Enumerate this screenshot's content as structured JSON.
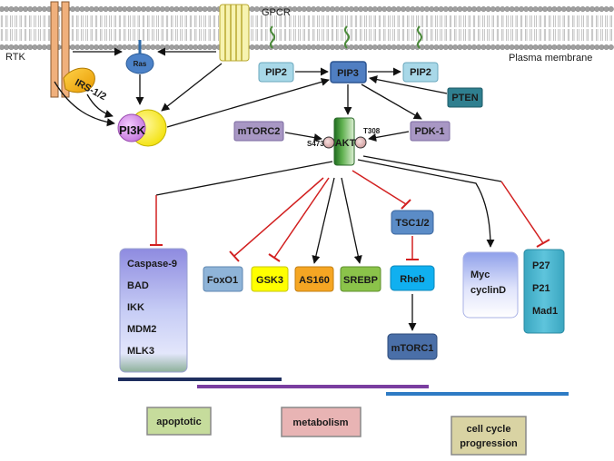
{
  "membrane": {
    "gpcr_label": "GPCR",
    "rtk_label": "RTK",
    "plasma_membrane_label": "Plasma membrane"
  },
  "nodes": {
    "irs": "IRS-1/2",
    "ras": "Ras",
    "pi3k": "PI3K",
    "pip2_left": "PIP2",
    "pip3": "PIP3",
    "pip2_right": "PIP2",
    "pten": "PTEN",
    "mtorc2": "mTORC2",
    "akt": "AKT",
    "s473": "S473",
    "t308": "T308",
    "pdk1": "PDK-1",
    "tsc": "TSC1/2",
    "rheb": "Rheb",
    "mtorc1": "mTORC1",
    "foxo1": "FoxO1",
    "gsk3": "GSK3",
    "as160": "AS160",
    "srebp": "SREBP"
  },
  "apoptosis_box": [
    "Caspase-9",
    "BAD",
    "IKK",
    "MDM2",
    "MLK3"
  ],
  "myc_box": [
    "Myc",
    "cyclinD"
  ],
  "p27_box": [
    "P27",
    "P21",
    "Mad1"
  ],
  "categories": {
    "apoptotic": "apoptotic",
    "metabolism": "metabolism",
    "cell_cycle_line1": "cell cycle",
    "cell_cycle_line2": "progression"
  },
  "colors": {
    "membrane_head": "#a0a0a0",
    "rtk": "#f0b07c",
    "gpcr": "#f3ee8a",
    "pip_light": "#9bd3e3",
    "pip3": "#4a79c0",
    "pten": "#2f7f8f",
    "purple_node": "#a897c4",
    "foxo1": "#8fb4d8",
    "gsk3": "#ffff00",
    "as160": "#f5a623",
    "srebp": "#8bc34a",
    "rheb": "#10b0f0",
    "tsc": "#5b8cc7",
    "mtorc1": "#4a6fa8",
    "inhibit_red": "#d22020",
    "apoptotic_bg": "#c6dc9c",
    "metabolism_bg": "#e8b4b4",
    "cellcycle_bg": "#d9d3a3",
    "line_navy": "#1f2f5f",
    "line_purple": "#7a3ea0",
    "line_blue": "#2e7bc4"
  }
}
